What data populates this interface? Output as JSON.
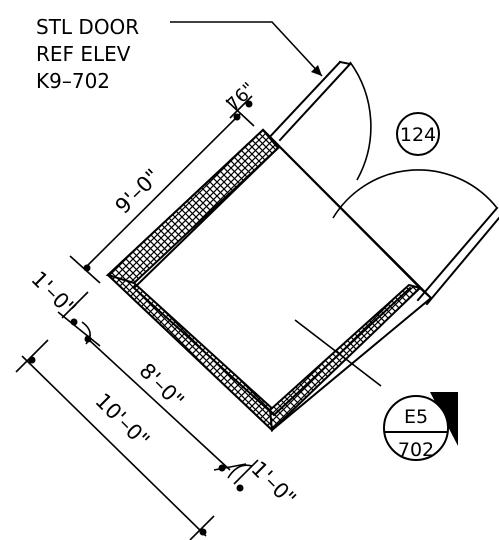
{
  "note": {
    "line1": "STL DOOR",
    "line2": "REF ELEV",
    "line3": "K9–702"
  },
  "room_tag": "124",
  "section_tag": {
    "top": "E5",
    "bottom": "702"
  },
  "dims": {
    "d_9_0": "9'–0\"",
    "d_76": "76\"",
    "d_1_0_left": "1'–0\"",
    "d_8_0": "8'–0\"",
    "d_10_0": "10'–0\"",
    "d_1_0_bottom": "1'–0\""
  },
  "colors": {
    "ink": "#000000",
    "paper": "#ffffff"
  }
}
